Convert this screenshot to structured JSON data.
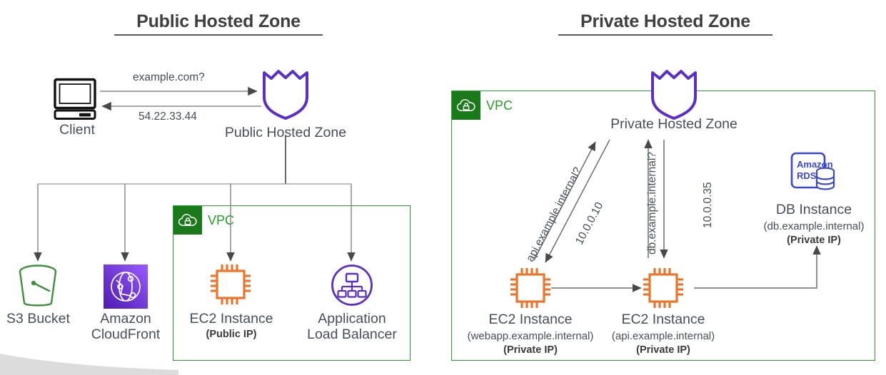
{
  "panels": {
    "left": {
      "title": "Public Hosted Zone"
    },
    "right": {
      "title": "Private Hosted Zone"
    }
  },
  "colors": {
    "aws_orange": "#e8762d",
    "aws_purple": "#5a2fc2",
    "aws_green": "#2a9d2a",
    "vpc_badge_green": "#1a7a1a",
    "rds_blue": "#3b48cc",
    "cloudfront_purple": "#8c4fff",
    "line_gray": "#7f7f7f",
    "title_gray": "#3f3f3f",
    "text_gray": "#46505a"
  },
  "public_zone": {
    "client": {
      "label": "Client",
      "icon": "desktop-computer-icon"
    },
    "route53": {
      "label": "Public Hosted Zone",
      "icon": "route53-shield-icon"
    },
    "query_edge": {
      "label": "example.com?"
    },
    "answer_edge": {
      "label": "54.22.33.44"
    },
    "vpc": {
      "label": "VPC",
      "icon": "vpc-cloud-lock-icon"
    },
    "resources": [
      {
        "name": "s3",
        "icon": "s3-bucket-icon",
        "line1": "S3 Bucket",
        "line2": "",
        "line3": ""
      },
      {
        "name": "cloudfront",
        "icon": "cloudfront-globe-icon",
        "line1": "Amazon",
        "line2": "CloudFront",
        "line3": ""
      },
      {
        "name": "ec2-public",
        "icon": "ec2-chip-icon",
        "line1": "EC2 Instance",
        "line2": "",
        "line3": "(Public IP)"
      },
      {
        "name": "alb",
        "icon": "application-load-balancer-icon",
        "line1": "Application",
        "line2": "Load Balancer",
        "line3": ""
      }
    ]
  },
  "private_zone": {
    "vpc": {
      "label": "VPC",
      "icon": "vpc-cloud-lock-icon"
    },
    "route53": {
      "label": "Private Hosted Zone",
      "icon": "route53-shield-icon"
    },
    "edges": [
      {
        "name": "api-query",
        "label": "api.example.internal?"
      },
      {
        "name": "api-answer",
        "label": "10.0.0.10"
      },
      {
        "name": "db-query",
        "label": "db.example.internal?"
      },
      {
        "name": "db-answer",
        "label": "10.0.0.35"
      }
    ],
    "nodes": [
      {
        "name": "ec2-webapp",
        "icon": "ec2-chip-icon",
        "line1": "EC2 Instance",
        "line2": "(webapp.example.internal)",
        "line3": "(Private IP)"
      },
      {
        "name": "ec2-api",
        "icon": "ec2-chip-icon",
        "line1": "EC2 Instance",
        "line2": "(api.example.internal)",
        "line3": "(Private IP)"
      },
      {
        "name": "db-instance",
        "icon": "amazon-rds-icon",
        "line1": "DB Instance",
        "line2": "(db.example.internal)",
        "line3": "(Private IP)"
      }
    ],
    "rds_icon_text": {
      "line1": "Amazon",
      "line2": "RDS"
    }
  }
}
